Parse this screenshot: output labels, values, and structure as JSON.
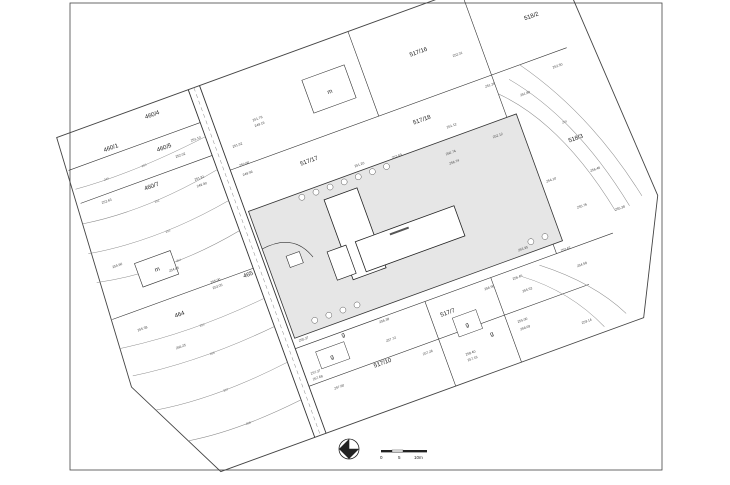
{
  "parcels": {
    "p460_4": "460/4",
    "p460_1": "460/1",
    "p460_5": "460/5",
    "p460_7": "460/7",
    "p465": "465",
    "p464": "464",
    "p517_16": "517/16",
    "p517_17": "517/17",
    "p517_18": "517/18",
    "p518_2": "518/2",
    "p518_3": "518/3",
    "p517_7": "517/7",
    "p517_10": "517/10"
  },
  "labels": {
    "house_a": "m",
    "house_b": "m",
    "garage_a": "g",
    "garage_b": "g",
    "garage_c": "g",
    "garage_d": "g"
  },
  "elevations": [
    "252.02",
    "251.81",
    "249.90",
    "251.10",
    "252.63",
    "251.92",
    "251.76",
    "249.16",
    "252.60",
    "249.96",
    "252.31",
    "251.12",
    "251.35",
    "252.12",
    "254.60",
    "253.59",
    "251.20",
    "250.74",
    "256.74",
    "252.50",
    "254.85",
    "256.46",
    "255.38",
    "251.80",
    "255.00",
    "253.05",
    "255.38",
    "254.10",
    "255.76",
    "256.25",
    "255.37",
    "257.37",
    "257.68",
    "256.38",
    "257.60",
    "256.45",
    "255.52",
    "257.72",
    "257.26",
    "258.40",
    "255.00",
    "257.16",
    "256.90",
    "258.09",
    "259.14",
    "253.62",
    "253.95",
    "254.58"
  ],
  "contours": [
    "250",
    "252",
    "253",
    "254",
    "255",
    "256",
    "257",
    "258",
    "259",
    "249"
  ],
  "scale": {
    "l0": "0",
    "l5": "5",
    "l10": "10m"
  },
  "colors": {
    "line": "#333333",
    "light": "#9a9a9a",
    "plot_fill": "#e6e6e6",
    "frame": "#444444"
  }
}
